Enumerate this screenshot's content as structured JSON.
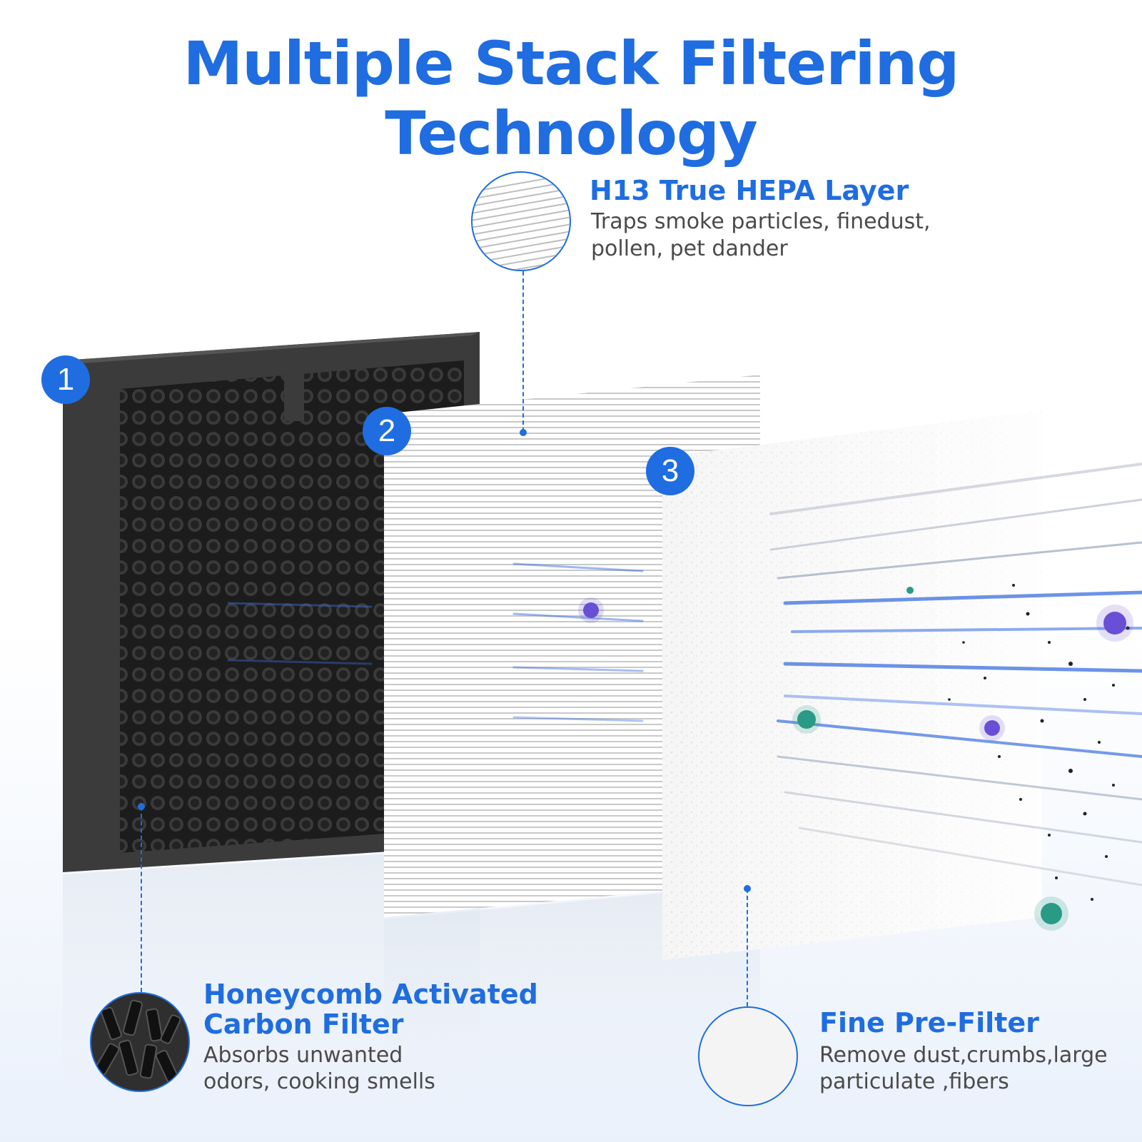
{
  "title": "Multiple Stack Filtering Technology",
  "badges": [
    "1",
    "2",
    "3"
  ],
  "callouts": {
    "hepa": {
      "heading": "H13 True HEPA Layer",
      "desc_line1": "Traps smoke particles, finedust,",
      "desc_line2": "pollen, pet dander",
      "icon": "hepa-pleats-thumbnail"
    },
    "carbon": {
      "heading_line1": "Honeycomb Activated",
      "heading_line2": "Carbon Filter",
      "desc_line1": "Absorbs unwanted",
      "desc_line2": "odors, cooking smells",
      "icon": "carbon-pellets-thumbnail"
    },
    "prefilter": {
      "heading": "Fine Pre-Filter",
      "desc_line1": "Remove dust,crumbs,large",
      "desc_line2": "particulate ,fibers",
      "icon": "pre-filter-thumbnail"
    }
  },
  "colors": {
    "accent": "#1f6de0",
    "carbon": "#2b2b2b",
    "text": "#4a4a4a"
  }
}
